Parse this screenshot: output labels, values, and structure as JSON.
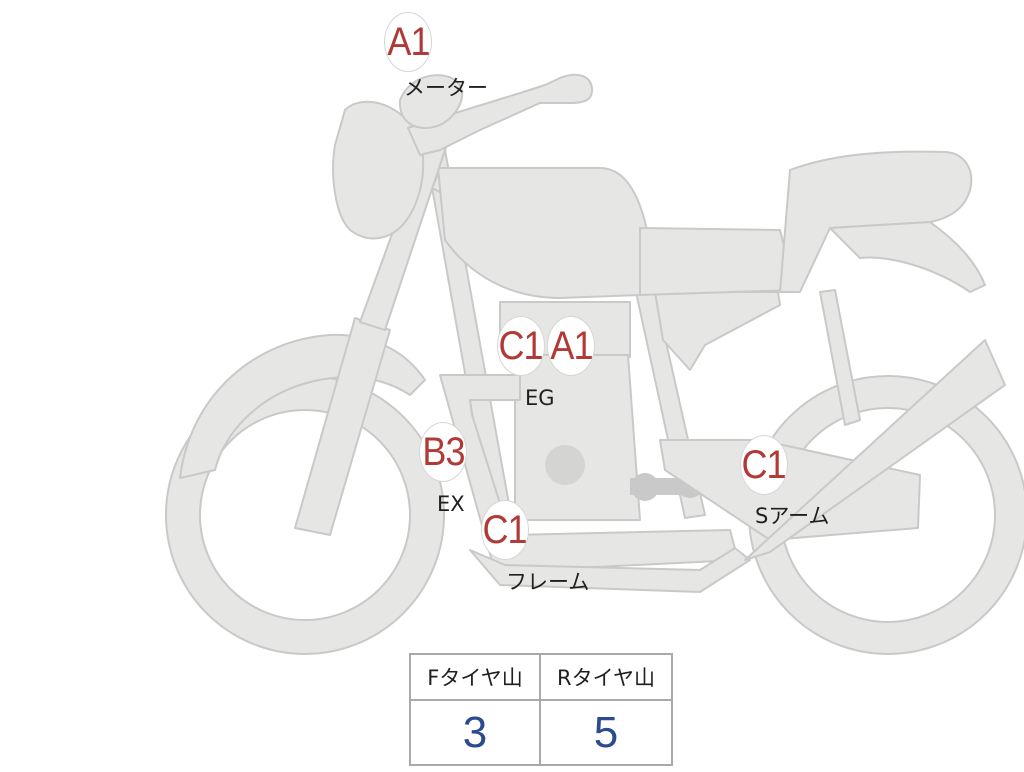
{
  "colors": {
    "body_fill": "#e6e6e4",
    "body_stroke": "#c9c9c9",
    "grade_text": "#b13a36",
    "value_text": "#2b4a8f",
    "table_border": "#a9a9a9"
  },
  "marks": {
    "meter": {
      "grade": "A1",
      "label": "メーター"
    },
    "engine": {
      "grades": [
        "C1",
        "A1"
      ],
      "label": "EG"
    },
    "exhaust": {
      "grade": "B3",
      "label": "EX"
    },
    "frame": {
      "grade": "C1",
      "label": "フレーム"
    },
    "swingarm": {
      "grade": "C1",
      "label": "Sアーム"
    }
  },
  "tire_table": {
    "front_header": "Fタイヤ山",
    "rear_header": "Rタイヤ山",
    "front_value": "3",
    "rear_value": "5"
  }
}
